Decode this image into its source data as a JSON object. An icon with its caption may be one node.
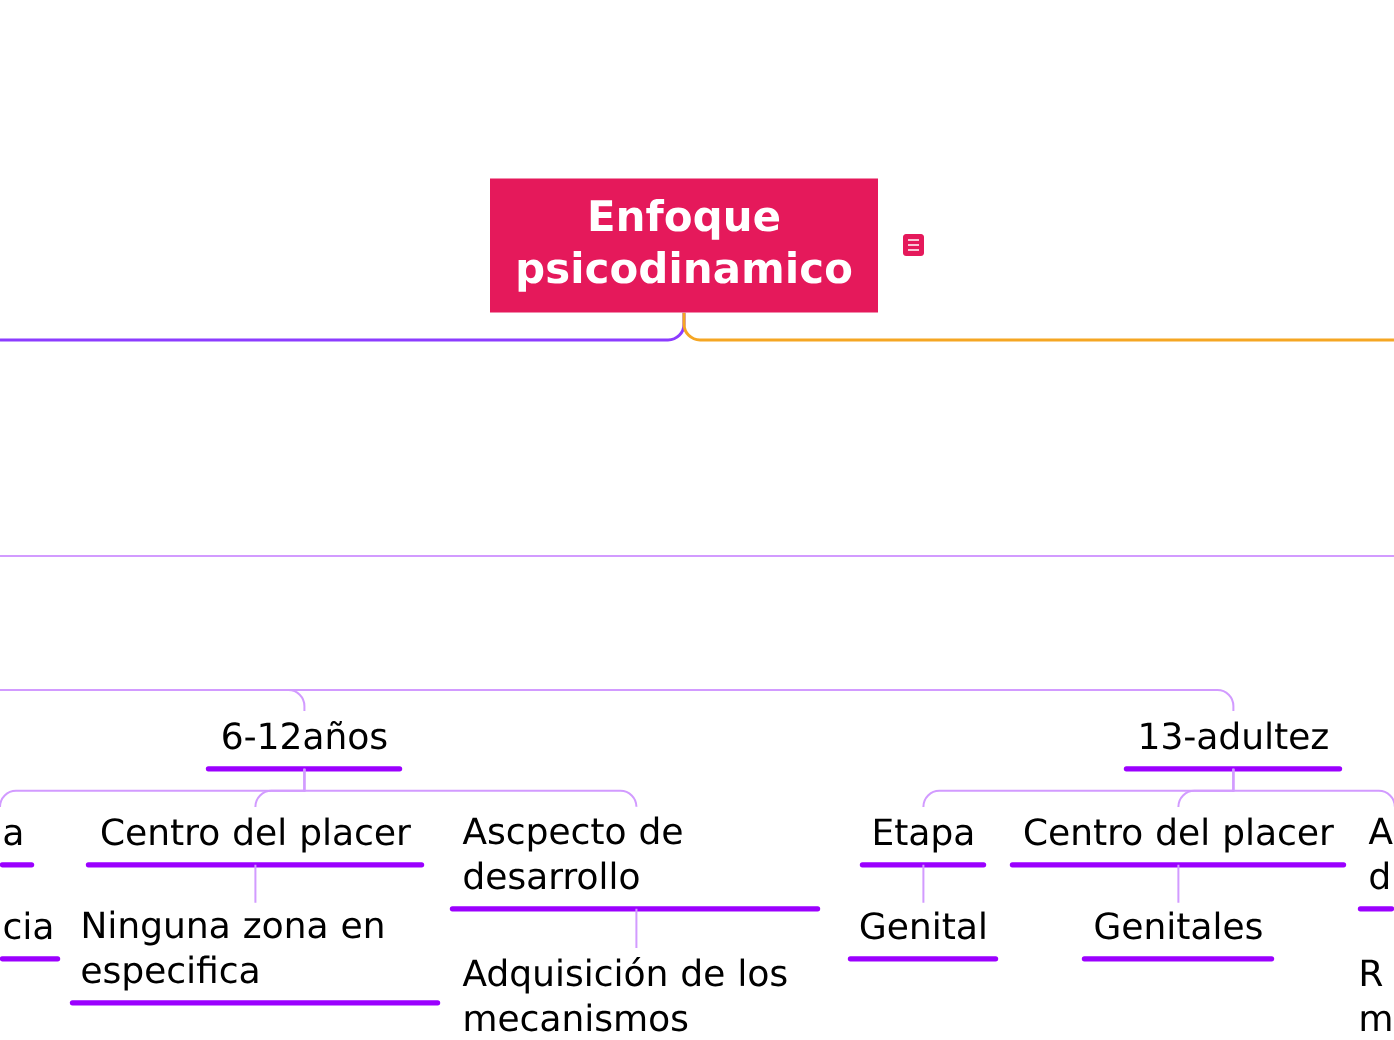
{
  "diagram": {
    "nodes": [
      {
        "text": [
          "Enfoque psicodinamico"
        ]
      },
      {
        "text": [
          "6-12años"
        ]
      },
      {
        "text": [
          "13-adultez"
        ]
      },
      {
        "text": [
          "a"
        ]
      },
      {
        "text": [
          "Centro del placer"
        ]
      },
      {
        "text": [
          "Ascpecto de desarrollo"
        ]
      },
      {
        "text": [
          "Etapa"
        ]
      },
      {
        "text": [
          "Centro del placer"
        ]
      },
      {
        "text": [
          "A d"
        ]
      },
      {
        "text": [
          "cia"
        ]
      },
      {
        "text": [
          "Ninguna zona en especifica"
        ]
      },
      {
        "text": [
          "Genital"
        ]
      },
      {
        "text": [
          "Genitales"
        ]
      },
      {
        "text": [
          "Adquisición de los mecanismos"
        ]
      },
      {
        "text": [
          "R m"
        ]
      }
    ],
    "edges": [
      {
        "from": 0,
        "to": null,
        "arrow": "none",
        "color": "#8c3cff"
      },
      {
        "from": 0,
        "to": null,
        "arrow": "none",
        "color": "#f5a623"
      },
      {
        "from": null,
        "to": 1,
        "arrow": "none"
      },
      {
        "from": null,
        "to": 2,
        "arrow": "none"
      },
      {
        "from": 1,
        "to": 3,
        "arrow": "none"
      },
      {
        "from": 1,
        "to": 4,
        "arrow": "none"
      },
      {
        "from": 1,
        "to": 5,
        "arrow": "none"
      },
      {
        "from": 2,
        "to": 6,
        "arrow": "none"
      },
      {
        "from": 2,
        "to": 7,
        "arrow": "none"
      },
      {
        "from": 2,
        "to": 8,
        "arrow": "none"
      },
      {
        "from": 4,
        "to": 10,
        "arrow": "none"
      },
      {
        "from": 5,
        "to": 13,
        "arrow": "none"
      },
      {
        "from": 6,
        "to": 11,
        "arrow": "none"
      },
      {
        "from": 7,
        "to": 12,
        "arrow": "none"
      }
    ]
  }
}
